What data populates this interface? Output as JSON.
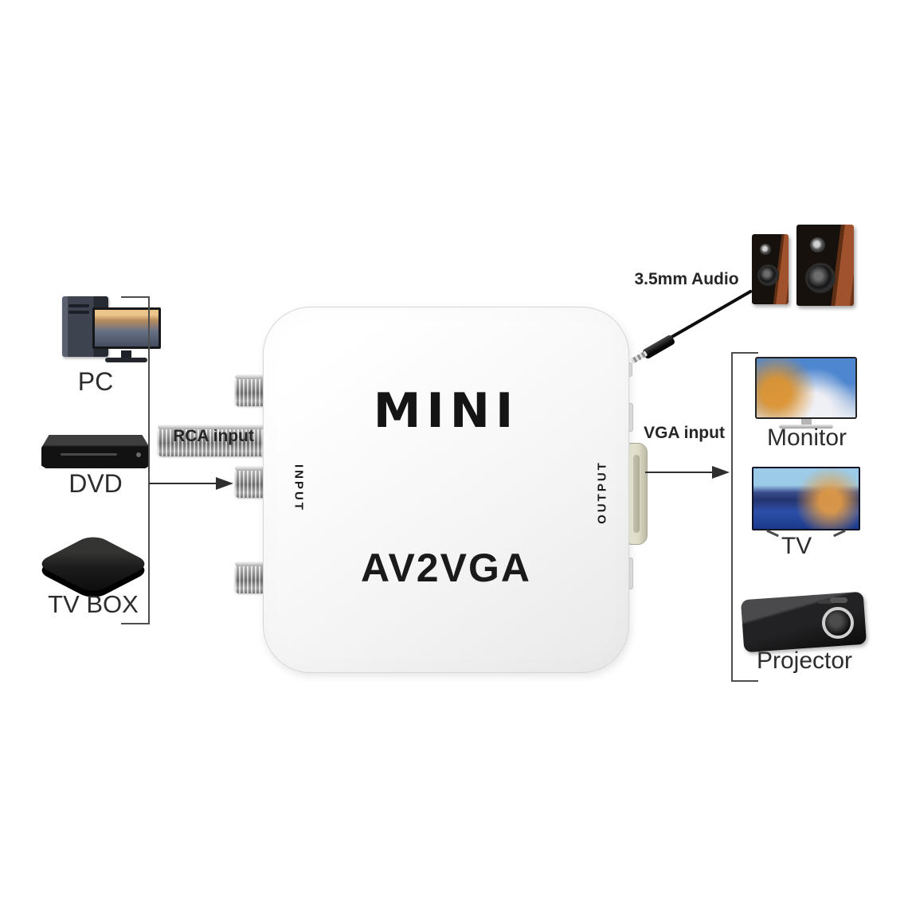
{
  "title": "AV2VGA mini converter connection diagram",
  "device": {
    "logo": "MINI",
    "model": "AV2VGA",
    "side_labels": {
      "input": "INPUT",
      "output": "OUTPUT"
    },
    "connectors": {
      "rca_inputs": 3,
      "vga_output": "VGA female",
      "audio_jack": "3.5mm plug"
    },
    "colors": {
      "body": "#f6f6f6",
      "text": "#141414"
    }
  },
  "sources": {
    "connection_label": "RCA input",
    "items": [
      {
        "label": "PC",
        "icon": "pc-icon"
      },
      {
        "label": "DVD",
        "icon": "dvd-player-icon"
      },
      {
        "label": "TV BOX",
        "icon": "tv-box-icon"
      }
    ]
  },
  "outputs": {
    "connection_label": "VGA input",
    "items": [
      {
        "label": "Monitor",
        "icon": "monitor-icon"
      },
      {
        "label": "TV",
        "icon": "tv-icon"
      },
      {
        "label": "Projector",
        "icon": "projector-icon"
      }
    ]
  },
  "audio_out": {
    "label": "3.5mm Audio",
    "icon": "speakers-icon"
  },
  "colors": {
    "background": "#ffffff",
    "label_text": "#2d2d2d",
    "line": "#4d4d4d",
    "arrow": "#2e2e2e",
    "speaker_wood": "#a0522d",
    "vga_connector": "#e9e7d6",
    "rca_metal": "#bdbdbd"
  }
}
